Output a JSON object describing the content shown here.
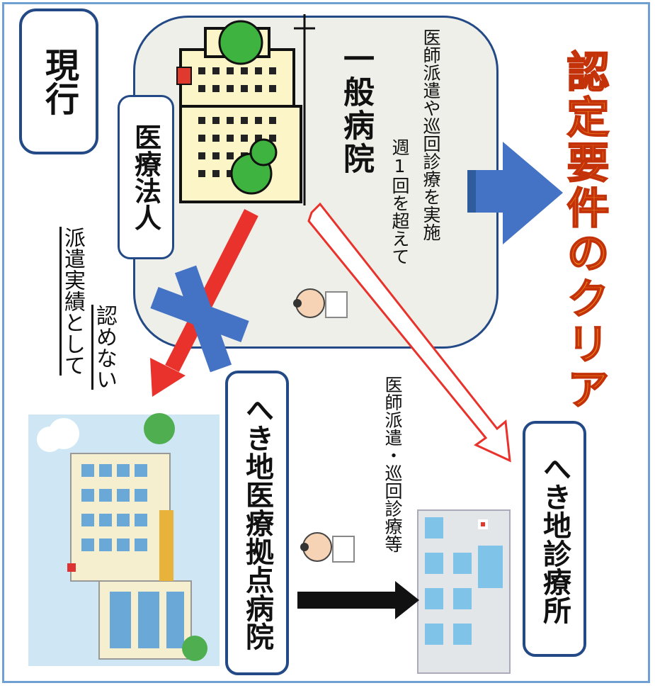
{
  "labels": {
    "current": "現行",
    "medical_corp": "医療法人",
    "general_hospital": "一般病院",
    "remote_base_hospital": "へき地医療拠点病院",
    "remote_clinic": "へき地診療所",
    "not_counted_line1": "派遣実績として",
    "not_counted_line2": "認めない",
    "note_weekly_line1": "週1回を超えて",
    "note_weekly_line2": "医師派遣や巡回診療を実施",
    "dispatch_rounds": "医師派遣・巡回診療等",
    "requirement_met": "認定要件のクリア"
  },
  "colors": {
    "border": "#234a86",
    "red_arrow": "#e8322b",
    "blue_arrow": "#4472c4",
    "orange_text": "#f28a1c",
    "tree_green": "#3fb33f"
  },
  "icons": [
    "hospital-building-icon",
    "doctor-icon",
    "large-hospital-icon",
    "clinic-icon",
    "cross-mark-icon"
  ]
}
